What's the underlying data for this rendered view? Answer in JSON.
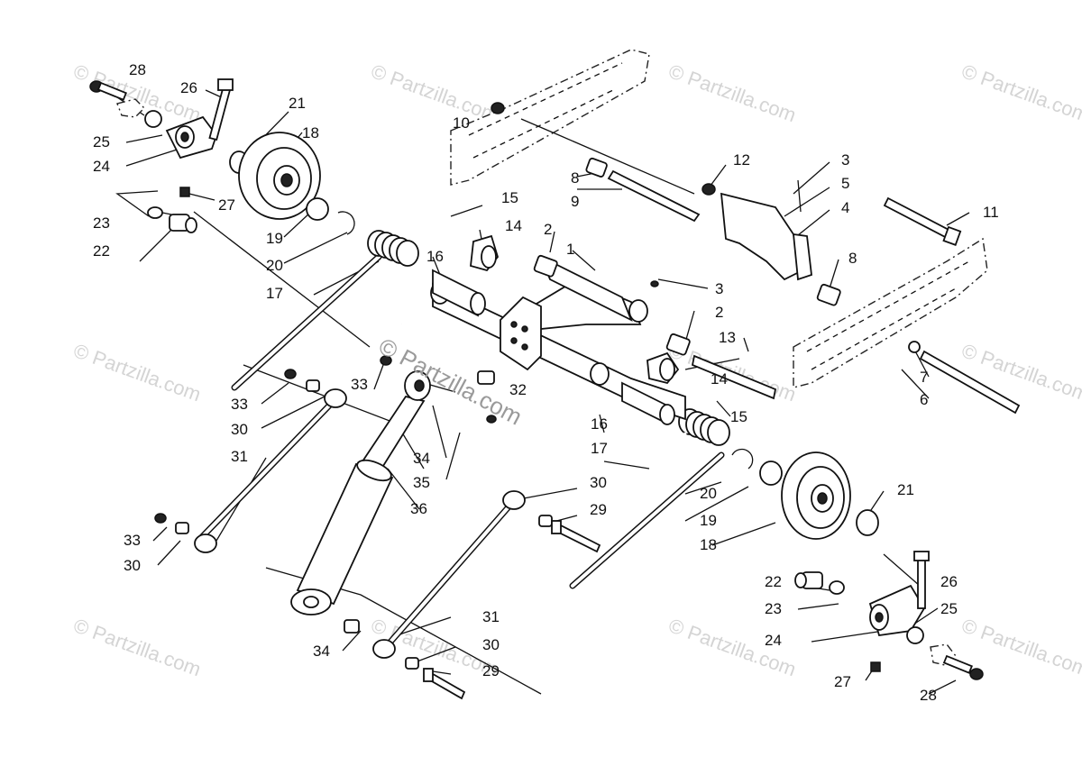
{
  "watermark": {
    "small_text": "© Partzilla.com",
    "center_text": "© Partzilla.com"
  },
  "callouts": [
    {
      "id": "c28a",
      "num": "28"
    },
    {
      "id": "c26a",
      "num": "26"
    },
    {
      "id": "c21a",
      "num": "21"
    },
    {
      "id": "c18a",
      "num": "18"
    },
    {
      "id": "c25a",
      "num": "25"
    },
    {
      "id": "c24a",
      "num": "24"
    },
    {
      "id": "c27a",
      "num": "27"
    },
    {
      "id": "c23a",
      "num": "23"
    },
    {
      "id": "c22a",
      "num": "22"
    },
    {
      "id": "c19a",
      "num": "19"
    },
    {
      "id": "c20a",
      "num": "20"
    },
    {
      "id": "c17a",
      "num": "17"
    },
    {
      "id": "c10",
      "num": "10"
    },
    {
      "id": "c8a",
      "num": "8"
    },
    {
      "id": "c9",
      "num": "9"
    },
    {
      "id": "c15a",
      "num": "15"
    },
    {
      "id": "c14a",
      "num": "14"
    },
    {
      "id": "c2a",
      "num": "2"
    },
    {
      "id": "c1",
      "num": "1"
    },
    {
      "id": "c16a",
      "num": "16"
    },
    {
      "id": "c12",
      "num": "12"
    },
    {
      "id": "c3a",
      "num": "3"
    },
    {
      "id": "c5",
      "num": "5"
    },
    {
      "id": "c4",
      "num": "4"
    },
    {
      "id": "c11",
      "num": "11"
    },
    {
      "id": "c8b",
      "num": "8"
    },
    {
      "id": "c3b",
      "num": "3"
    },
    {
      "id": "c2b",
      "num": "2"
    },
    {
      "id": "c13",
      "num": "13"
    },
    {
      "id": "c14b",
      "num": "14"
    },
    {
      "id": "c15b",
      "num": "15"
    },
    {
      "id": "c7",
      "num": "7"
    },
    {
      "id": "c6",
      "num": "6"
    },
    {
      "id": "c33a",
      "num": "33"
    },
    {
      "id": "c33b",
      "num": "33"
    },
    {
      "id": "c32",
      "num": "32"
    },
    {
      "id": "c30a",
      "num": "30"
    },
    {
      "id": "c34a",
      "num": "34"
    },
    {
      "id": "c35",
      "num": "35"
    },
    {
      "id": "c31a",
      "num": "31"
    },
    {
      "id": "c36",
      "num": "36"
    },
    {
      "id": "c16b",
      "num": "16"
    },
    {
      "id": "c17b",
      "num": "17"
    },
    {
      "id": "c30b",
      "num": "30"
    },
    {
      "id": "c29a",
      "num": "29"
    },
    {
      "id": "c20b",
      "num": "20"
    },
    {
      "id": "c19b",
      "num": "19"
    },
    {
      "id": "c18b",
      "num": "18"
    },
    {
      "id": "c21b",
      "num": "21"
    },
    {
      "id": "c33c",
      "num": "33"
    },
    {
      "id": "c30c",
      "num": "30"
    },
    {
      "id": "c31b",
      "num": "31"
    },
    {
      "id": "c34b",
      "num": "34"
    },
    {
      "id": "c30d",
      "num": "30"
    },
    {
      "id": "c29b",
      "num": "29"
    },
    {
      "id": "c22b",
      "num": "22"
    },
    {
      "id": "c26b",
      "num": "26"
    },
    {
      "id": "c23b",
      "num": "23"
    },
    {
      "id": "c25b",
      "num": "25"
    },
    {
      "id": "c24b",
      "num": "24"
    },
    {
      "id": "c27b",
      "num": "27"
    },
    {
      "id": "c28b",
      "num": "28"
    }
  ]
}
